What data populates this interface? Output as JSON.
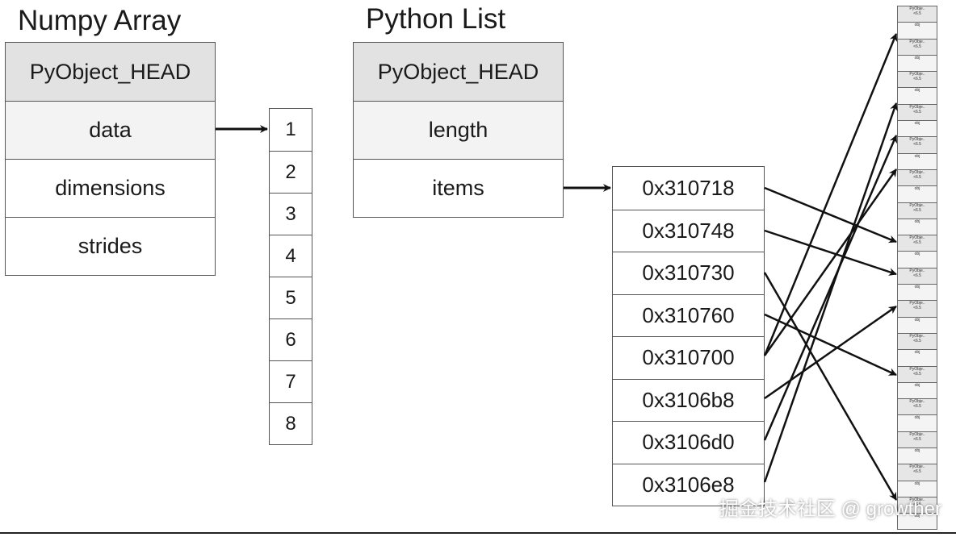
{
  "numpy": {
    "title": "Numpy Array",
    "fields": [
      "PyObject_HEAD",
      "data",
      "dimensions",
      "strides"
    ]
  },
  "array_values": [
    "1",
    "2",
    "3",
    "4",
    "5",
    "6",
    "7",
    "8"
  ],
  "pylist": {
    "title": "Python List",
    "fields": [
      "PyObject_HEAD",
      "length",
      "items"
    ]
  },
  "pointers": [
    "0x310718",
    "0x310748",
    "0x310730",
    "0x310760",
    "0x310700",
    "0x3106b8",
    "0x3106d0",
    "0x3106e8"
  ],
  "memory": {
    "object_cell_lines": [
      "PyObje..",
      "<6.5"
    ],
    "value_cell_text": "obj"
  },
  "watermark": "掘金技术社区 @ growther"
}
